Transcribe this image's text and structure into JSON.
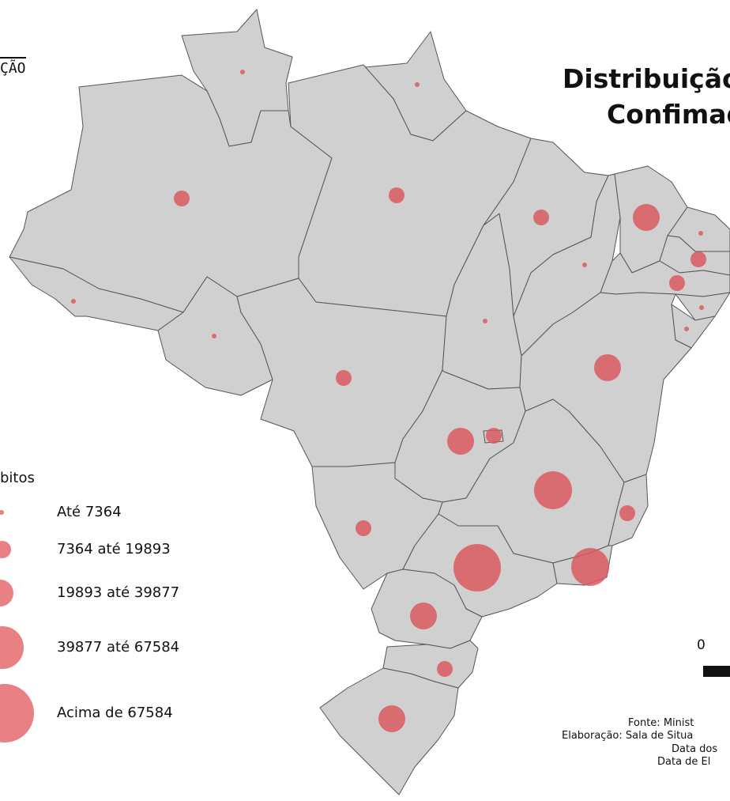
{
  "header": {
    "corner_word": "ÇÃO",
    "title_line1": "Distribuição",
    "title_line2": "Confimad"
  },
  "legend": {
    "title": "bitos",
    "classes": [
      {
        "label": "Até 7364"
      },
      {
        "label": "7364 até 19893"
      },
      {
        "label": "19893 até 39877"
      },
      {
        "label": "39877 até 67584"
      },
      {
        "label": "Acima de 67584"
      }
    ]
  },
  "scale": {
    "zero_label": "0"
  },
  "credits": {
    "fonte": "Fonte: Minist",
    "elaboracao": "Elaboração: Sala de Situa",
    "data_dos": "Data dos",
    "data_de": "Data de El"
  },
  "colors": {
    "land": "#d0d0d0",
    "border": "#555555",
    "bubble": "#d95a5f",
    "background": "#ffffff"
  }
}
